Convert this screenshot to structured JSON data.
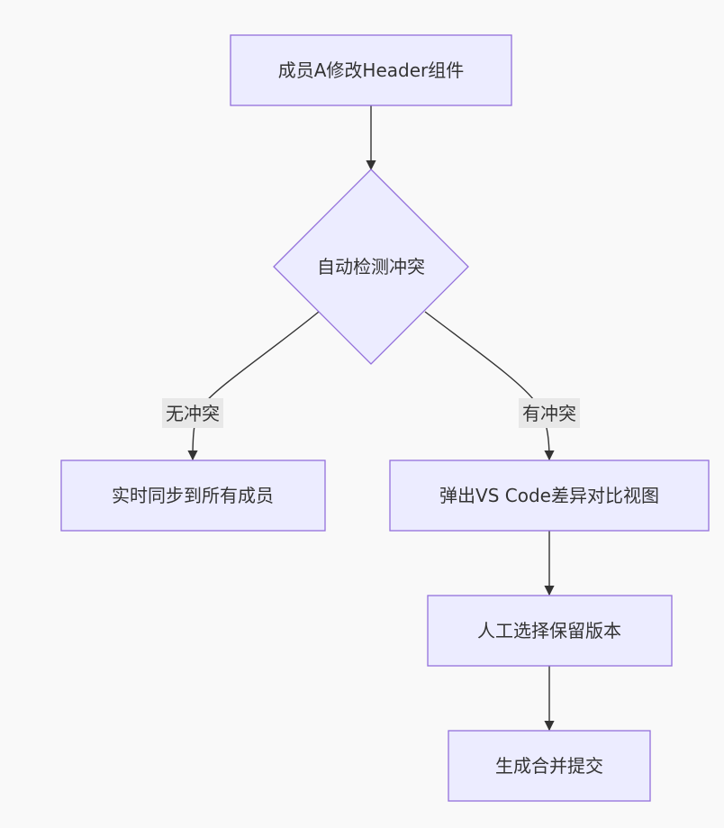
{
  "diagram": {
    "type": "flowchart",
    "direction": "top-down",
    "colors": {
      "background": "#f9f9f9",
      "node_fill": "#ececff",
      "node_stroke": "#9370db",
      "edge": "#333333",
      "edge_label_bg": "#e8e8e8"
    },
    "nodes": {
      "member_a_edit": "成员A修改Header组件",
      "auto_detect": "自动检测冲突",
      "realtime_sync": "实时同步到所有成员",
      "vscode_diff": "弹出VS Code差异对比视图",
      "manual_choose": "人工选择保留版本",
      "merge_commit": "生成合并提交"
    },
    "edges": [
      {
        "from": "member_a_edit",
        "to": "auto_detect",
        "label": ""
      },
      {
        "from": "auto_detect",
        "to": "realtime_sync",
        "label": "无冲突"
      },
      {
        "from": "auto_detect",
        "to": "vscode_diff",
        "label": "有冲突"
      },
      {
        "from": "vscode_diff",
        "to": "manual_choose",
        "label": ""
      },
      {
        "from": "manual_choose",
        "to": "merge_commit",
        "label": ""
      }
    ]
  }
}
